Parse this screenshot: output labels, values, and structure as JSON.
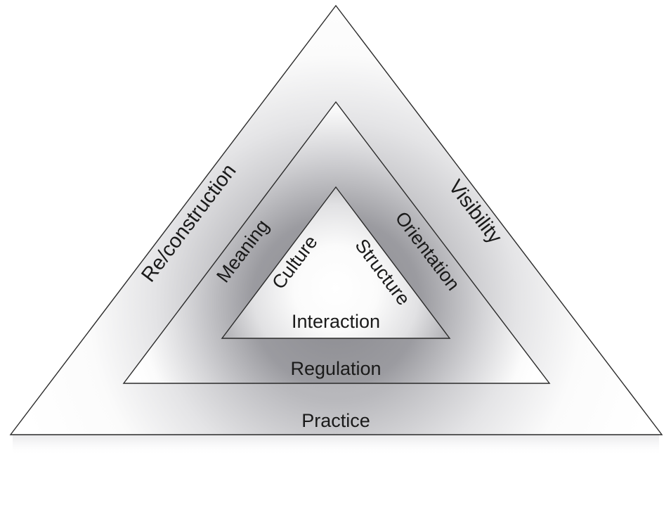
{
  "diagram": {
    "outer": {
      "left_side": "Re/construction",
      "right_side": "Visibility",
      "base": "Practice"
    },
    "middle": {
      "left_side": "Meaning",
      "right_side": "Orientation",
      "base": "Regulation"
    },
    "inner": {
      "left_side": "Culture",
      "right_side": "Structure",
      "base": "Interaction"
    }
  }
}
